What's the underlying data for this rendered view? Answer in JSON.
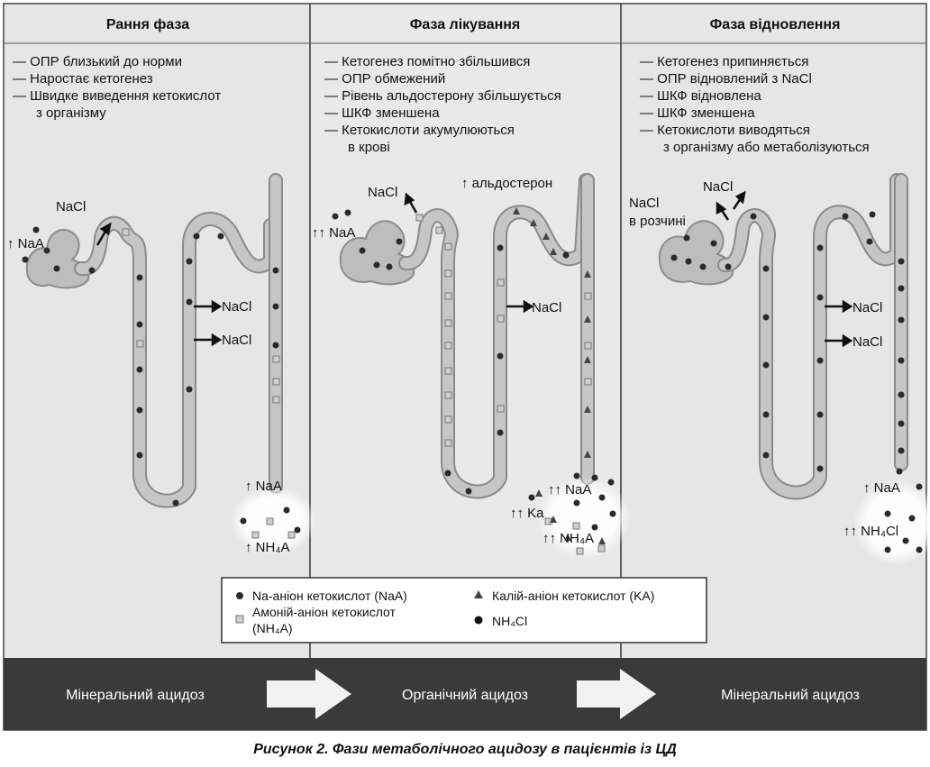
{
  "panels": [
    {
      "title": "Рання фаза",
      "bullets": [
        "ОПР близький до норми",
        "Наростає кетогенез",
        "Швидке виведення кетокислот",
        "з організму"
      ],
      "labels": {
        "nacl_top": "NaCl",
        "naa_left": "↑ NaA",
        "nacl_right_1": "NaCl",
        "nacl_right_2": "NaCl",
        "naa_bottom": "↑ NaA",
        "nh4a_bottom": "↑ NH₄A"
      }
    },
    {
      "title": "Фаза лікування",
      "bullets": [
        "Кетогенез помітно збільшився",
        "ОПР обмежений",
        "Рівень альдостерону збільшується",
        "ШКФ зменшена",
        "Кетокислоти акумулюються",
        "в крові"
      ],
      "labels": {
        "aldosterone": "↑ альдостерон",
        "nacl_top": "NaCl",
        "naa_left": "↑↑ NaA",
        "nacl_right": "NaCl",
        "naa_bottom": "↑↑ NaA",
        "ka_bottom": "↑↑ Ka",
        "nh4a_bottom": "↑↑ NH₄A"
      }
    },
    {
      "title": "Фаза відновлення",
      "bullets": [
        "Кетогенез припиняється",
        "ОПР відновлений з NaCl",
        "ШКФ відновлена",
        "ШКФ зменшена",
        "Кетокислоти виводяться",
        "з організму або метаболізуються"
      ],
      "labels": {
        "nacl_solution_1": "NaCl",
        "nacl_solution_2": "в розчині",
        "nacl_top": "NaCl",
        "nacl_right_1": "NaCl",
        "nacl_right_2": "NaCl",
        "naa_bottom": "↑ NaA",
        "nh4cl_bottom": "↑↑ NH₄Cl"
      }
    }
  ],
  "legend": {
    "naa": "Na-аніон кетокислот (NaA)",
    "nh4a_1": "Амоній-аніон кетокислот",
    "nh4a_2": "(NH₄A)",
    "ka": "Калій-аніон кетокислот (KA)",
    "nh4cl": "NH₄Cl"
  },
  "bottom_band": [
    "Мінеральний ацидоз",
    "Органічний ацидоз",
    "Мінеральний ацидоз"
  ],
  "caption": "Рисунок 2.  Фази метаболічного ацидозу в пацієнтів із ЦД",
  "colors": {
    "panel_bg": "#e8e8e8",
    "tubule_fill": "#bfbfbf",
    "tubule_stroke": "#8a8a8a",
    "band_bg": "#3a3a3a",
    "dot": "#2a2a2a"
  }
}
